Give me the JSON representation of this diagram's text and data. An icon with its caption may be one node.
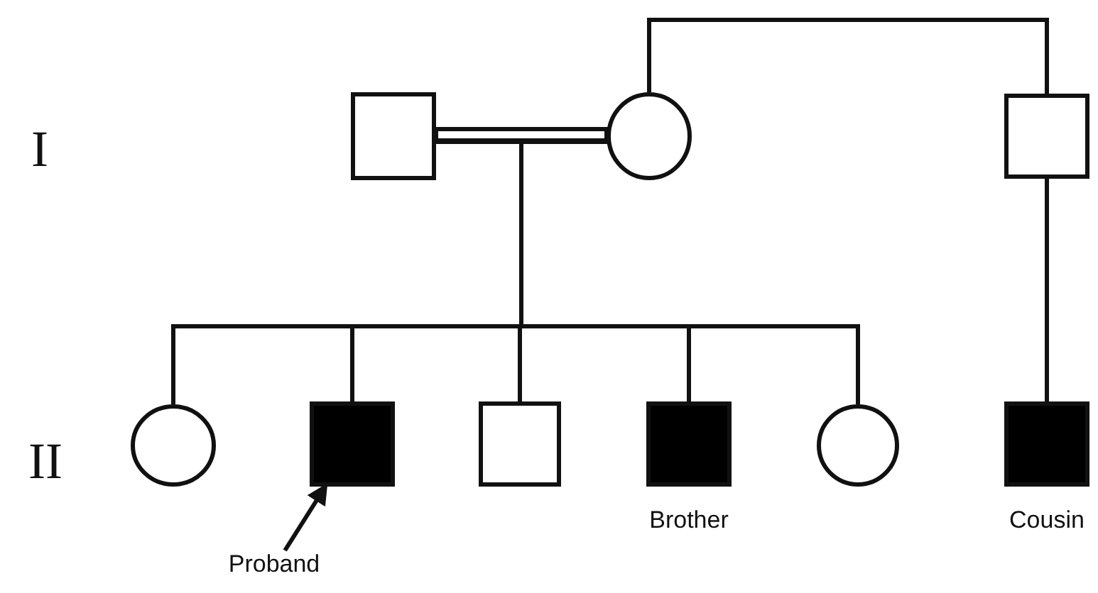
{
  "diagram": {
    "nodes": [
      {
        "text": [],
        "shape": "box"
      },
      {
        "text": [],
        "shape": "circle"
      },
      {
        "text": [],
        "shape": "box"
      },
      {
        "text": [],
        "shape": "circle"
      },
      {
        "text": [],
        "shape": "box"
      },
      {
        "text": [],
        "shape": "box"
      },
      {
        "text": [],
        "shape": "box",
        "beside": [
          "Brother"
        ]
      },
      {
        "text": [],
        "shape": "circle"
      },
      {
        "text": [],
        "shape": "box",
        "beside": [
          "Cousin"
        ]
      },
      {
        "text": [
          "Proband"
        ]
      }
    ],
    "edges": [
      {
        "from": 0,
        "to": 1,
        "arrow": "none"
      },
      {
        "from": 1,
        "to": 2,
        "arrow": "none"
      },
      {
        "from": 0,
        "to": 3,
        "arrow": "none"
      },
      {
        "from": 1,
        "to": 3,
        "arrow": "none"
      },
      {
        "from": 0,
        "to": 4,
        "arrow": "none"
      },
      {
        "from": 1,
        "to": 4,
        "arrow": "none"
      },
      {
        "from": 0,
        "to": 5,
        "arrow": "none"
      },
      {
        "from": 1,
        "to": 5,
        "arrow": "none"
      },
      {
        "from": 0,
        "to": 6,
        "arrow": "none"
      },
      {
        "from": 1,
        "to": 6,
        "arrow": "none"
      },
      {
        "from": 0,
        "to": 7,
        "arrow": "none"
      },
      {
        "from": 1,
        "to": 7,
        "arrow": "none"
      },
      {
        "from": 2,
        "to": 8,
        "arrow": "none"
      },
      {
        "from": 9,
        "to": 4,
        "arrow": "to"
      }
    ],
    "labels": [
      "I",
      "II"
    ]
  }
}
